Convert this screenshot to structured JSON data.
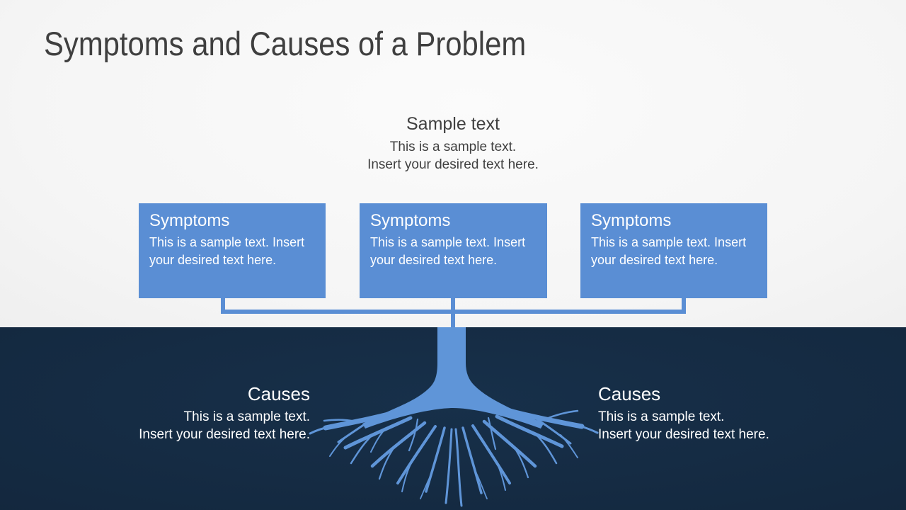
{
  "title": "Symptoms and Causes of a Problem",
  "sample_block": {
    "heading": "Sample text",
    "line1": "This is a sample text.",
    "line2": "Insert your desired text here."
  },
  "symptom_boxes": [
    {
      "heading": "Symptoms",
      "body": "This is a sample text. Insert your desired text here."
    },
    {
      "heading": "Symptoms",
      "body": "This is a sample text. Insert your desired text here."
    },
    {
      "heading": "Symptoms",
      "body": "This is a sample text. Insert your desired text here."
    }
  ],
  "causes_blocks": [
    {
      "heading": "Causes",
      "line1": "This is a sample text.",
      "line2": "Insert your desired text here."
    },
    {
      "heading": "Causes",
      "line1": "This is a sample text.",
      "line2": "Insert your desired text here."
    }
  ],
  "graphics": {
    "roots_icon": "tree-roots",
    "colors": {
      "accent_blue": "#5A8ED4",
      "roots_blue": "#5F95D8",
      "dark_navy": "#142940",
      "light_background": "#F2F2F2",
      "title_gray": "#3F3F3F",
      "body_gray": "#404040",
      "white_text": "#FFFFFF"
    }
  }
}
